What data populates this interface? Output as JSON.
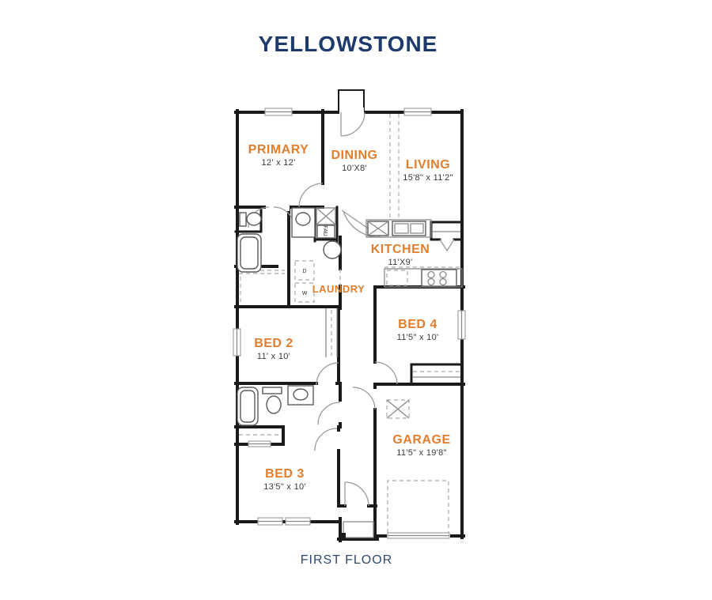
{
  "title": "YELLOWSTONE",
  "footer": "FIRST FLOOR",
  "colors": {
    "title": "#1d3a6d",
    "footer": "#33496b",
    "room_label": "#e07e2e",
    "dimension_text": "#3a3a3a",
    "wall": "#1a1a1a"
  },
  "rooms": [
    {
      "name": "PRIMARY",
      "dims": "12' x 12'"
    },
    {
      "name": "DINING",
      "dims": "10'X8'"
    },
    {
      "name": "LIVING",
      "dims": "15'8\" x 11'2\""
    },
    {
      "name": "KITCHEN",
      "dims": "11'X9'"
    },
    {
      "name": "LAUNDRY",
      "dims": ""
    },
    {
      "name": "BED 2",
      "dims": "11' x 10'"
    },
    {
      "name": "BED 4",
      "dims": "11'5\" x 10'"
    },
    {
      "name": "BED 3",
      "dims": "13'5\" x 10'"
    },
    {
      "name": "GARAGE",
      "dims": "11'5\" x 19'8\""
    }
  ],
  "annotations": {
    "fau": "FAU",
    "dryer": "D",
    "washer": "W"
  }
}
